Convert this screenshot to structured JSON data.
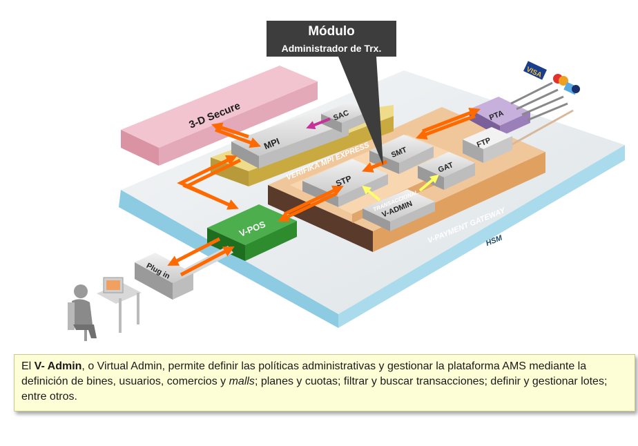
{
  "callout": {
    "title": "Módulo",
    "subtitle": "Administrador de Trx."
  },
  "components": {
    "three_d_secure": "3-D Secure",
    "sac": "SAC",
    "mpi": "MPI",
    "verifika": "VERIFIKA MPI EXPRESS",
    "pta": "PTA",
    "ftp": "FTP",
    "smt": "SMT",
    "stp": "STP",
    "gat": "GAT",
    "transaccional": "TRANSACCIONAL",
    "vadmin": "V-ADMIN",
    "vpayment": "V-PAYMENT GATEWAY",
    "hsm": "HSM",
    "vpos": "V-POS",
    "plugin": "Plug in"
  },
  "cards": {
    "visa": "VISA"
  },
  "colors": {
    "hsm_platform": "#9fd3e6",
    "vpos": "#2e8b2e",
    "pta": "#9b7fb8",
    "arrow": "#ff6a00",
    "callout": "#3d3d3d"
  },
  "info": {
    "prefix": "El ",
    "name": "V- Admin",
    "part1": ",  o Virtual Admin, permite definir las políticas administrativas y gestionar la plataforma AMS mediante la definición de bines, usuarios, comercios y ",
    "italic": "malls",
    "part2": "; planes y cuotas; filtrar y buscar transacciones; definir y gestionar lotes; entre otros."
  }
}
